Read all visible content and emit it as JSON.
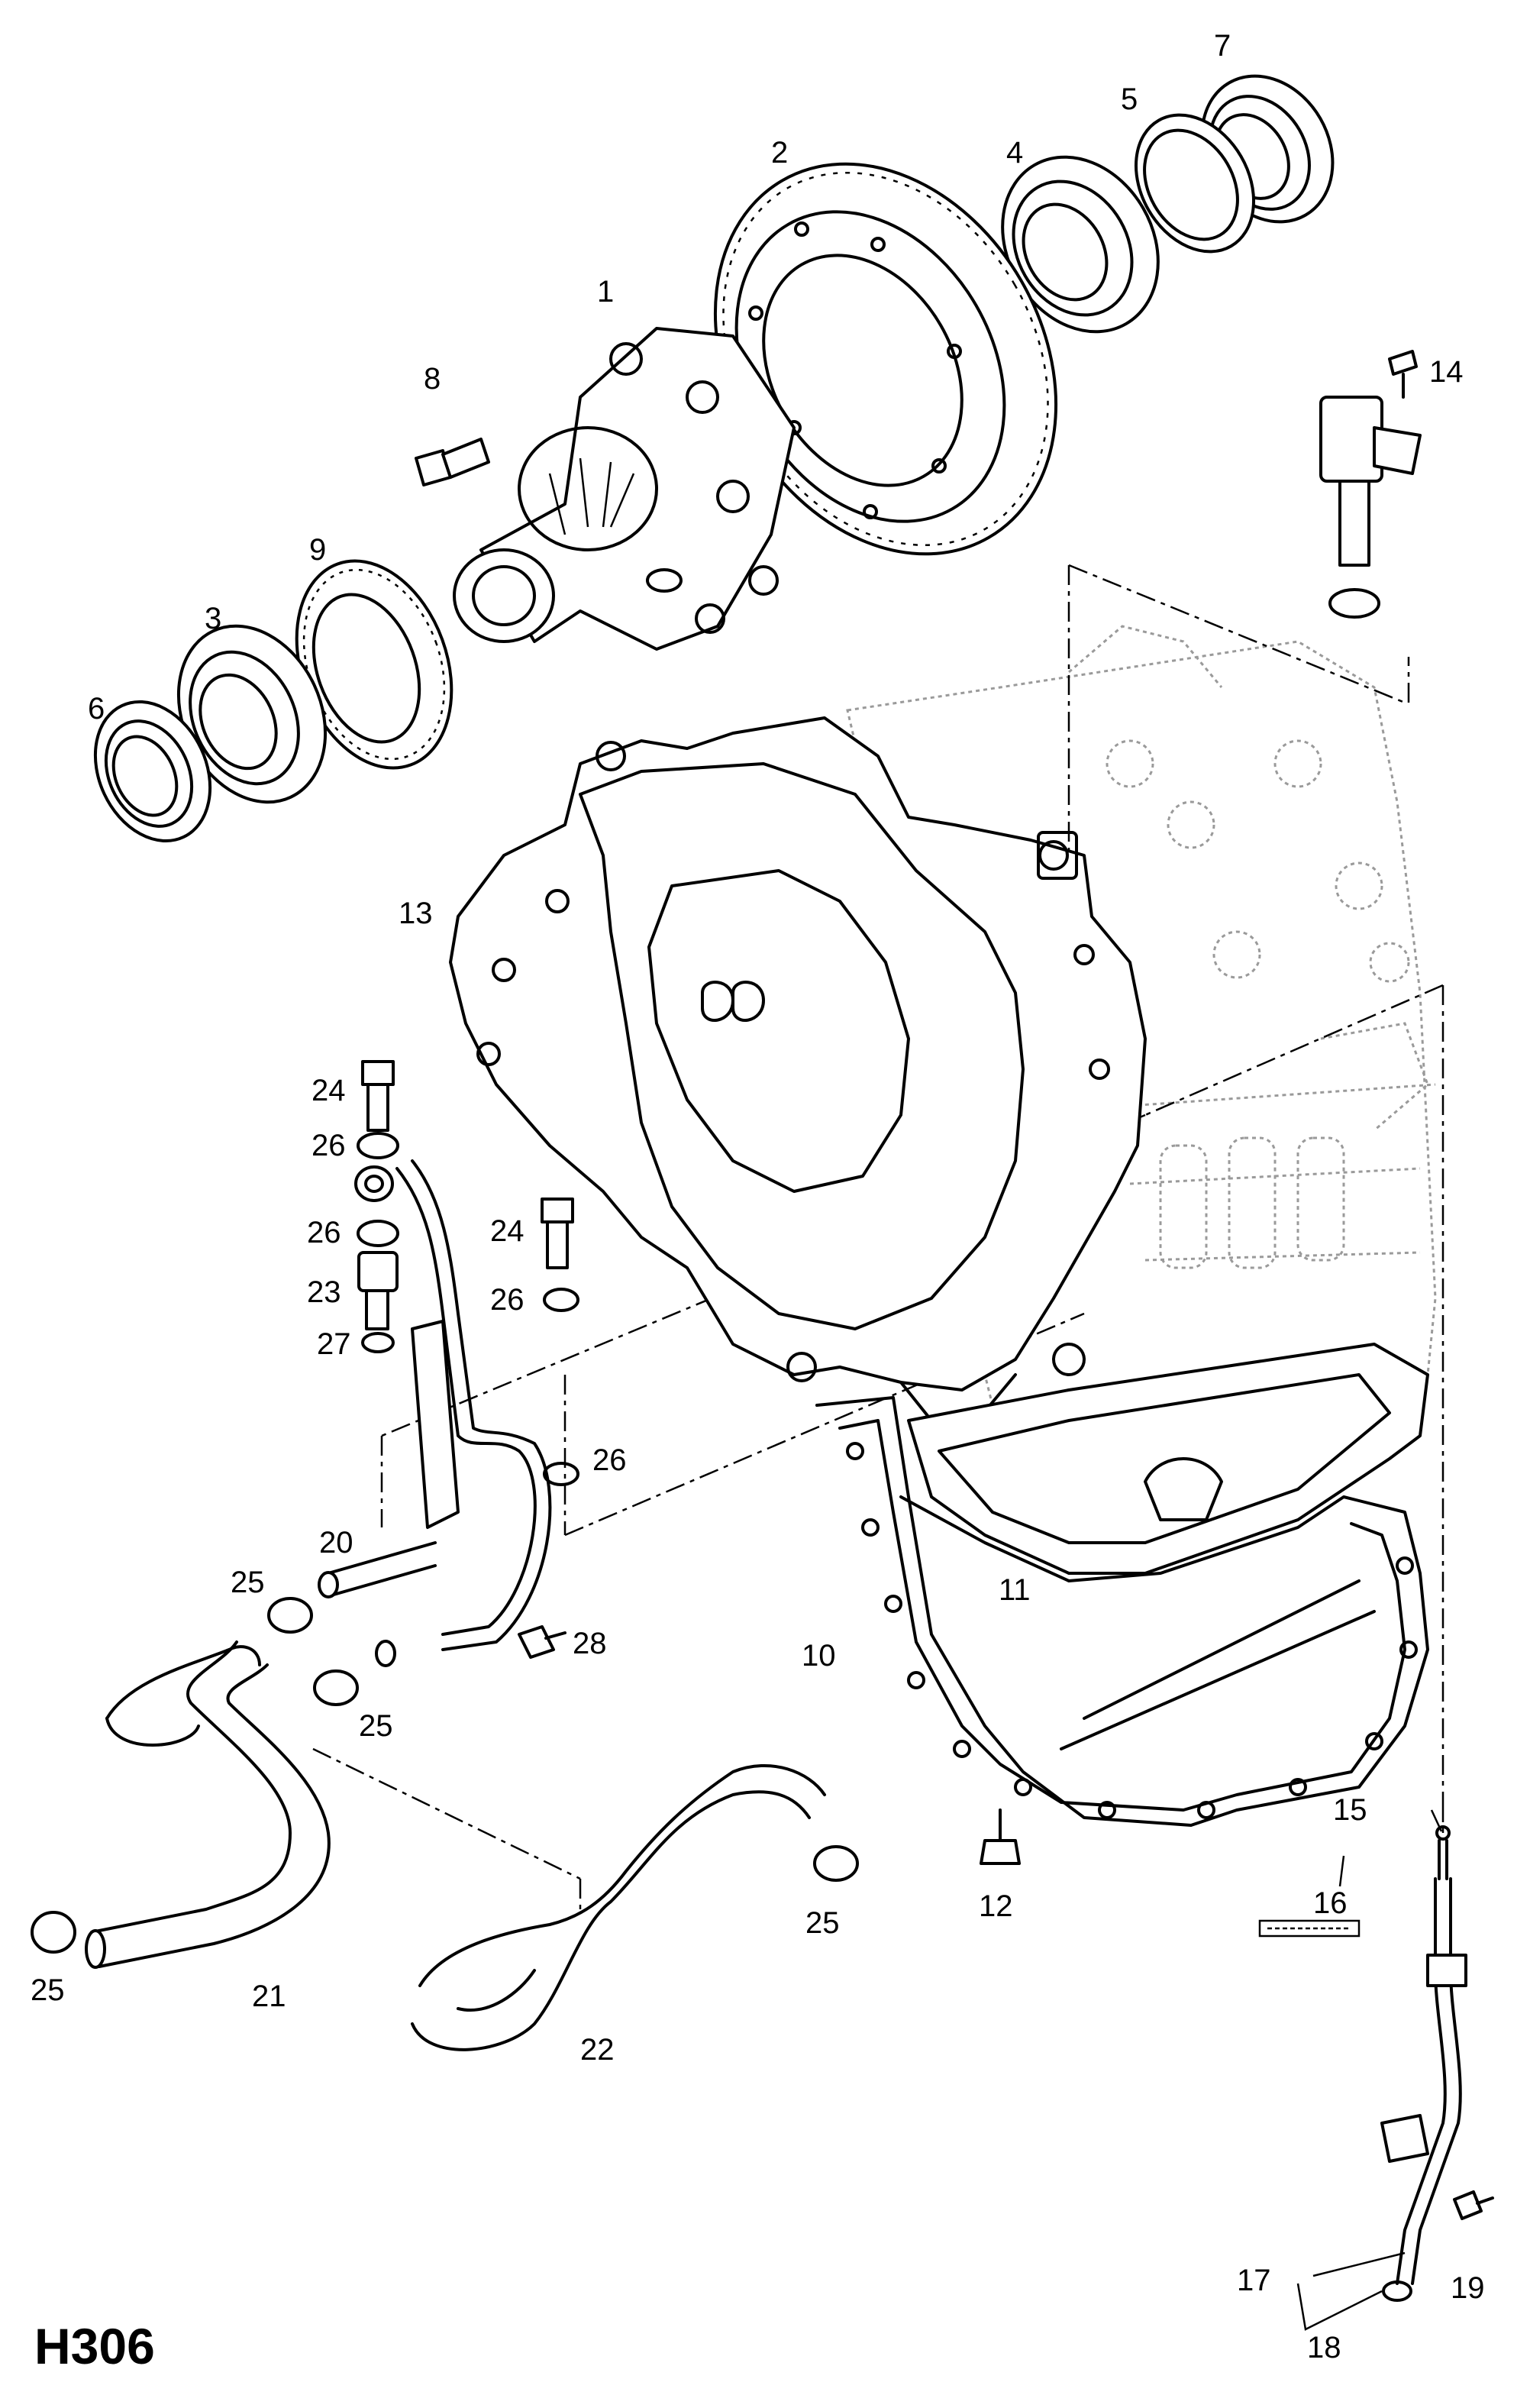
{
  "diagram": {
    "code": "H306",
    "callouts": {
      "c1": "1",
      "c2": "2",
      "c3": "3",
      "c4": "4",
      "c5": "5",
      "c6": "6",
      "c7": "7",
      "c8": "8",
      "c9": "9",
      "c10": "10",
      "c11": "11",
      "c12": "12",
      "c13": "13",
      "c14": "14",
      "c15": "15",
      "c16": "16",
      "c17": "17",
      "c18": "18",
      "c19": "19",
      "c20": "20",
      "c21": "21",
      "c22": "22",
      "c23": "23",
      "c24a": "24",
      "c24b": "24",
      "c25a": "25",
      "c25b": "25",
      "c25c": "25",
      "c25d": "25",
      "c26a": "26",
      "c26b": "26",
      "c26c": "26",
      "c26d": "26",
      "c27": "27",
      "c28": "28"
    }
  }
}
